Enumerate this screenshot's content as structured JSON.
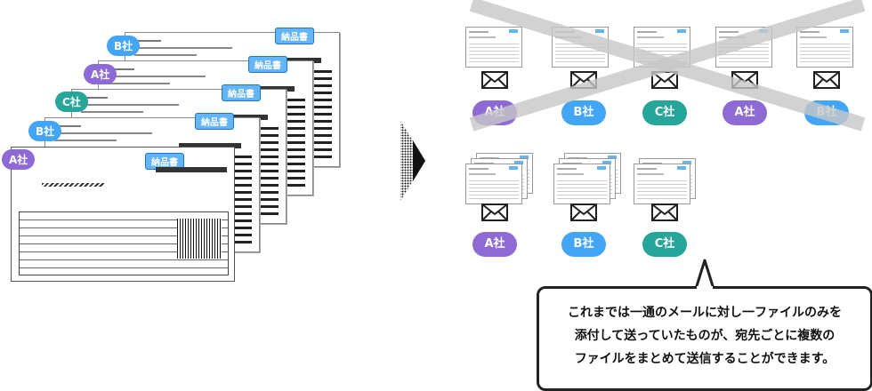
{
  "labels": {
    "company_a": "A社",
    "company_b": "B社",
    "company_c": "C社",
    "invoice_title": "納品書"
  },
  "colors": {
    "a": "#8e6ad4",
    "b": "#42a5f5",
    "c": "#26a69a"
  },
  "stack_tags": [
    "B社",
    "A社",
    "C社",
    "B社",
    "A社"
  ],
  "before_row": [
    "A社",
    "B社",
    "C社",
    "A社",
    "B社"
  ],
  "after_row": [
    "A社",
    "B社",
    "C社"
  ],
  "callout": {
    "line1": "これまでは一通のメールに対し一ファイルのみを",
    "line2": "添付して送っていたものが、宛先ごとに複数の",
    "line3": "ファイルをまとめて送信することができます。"
  }
}
